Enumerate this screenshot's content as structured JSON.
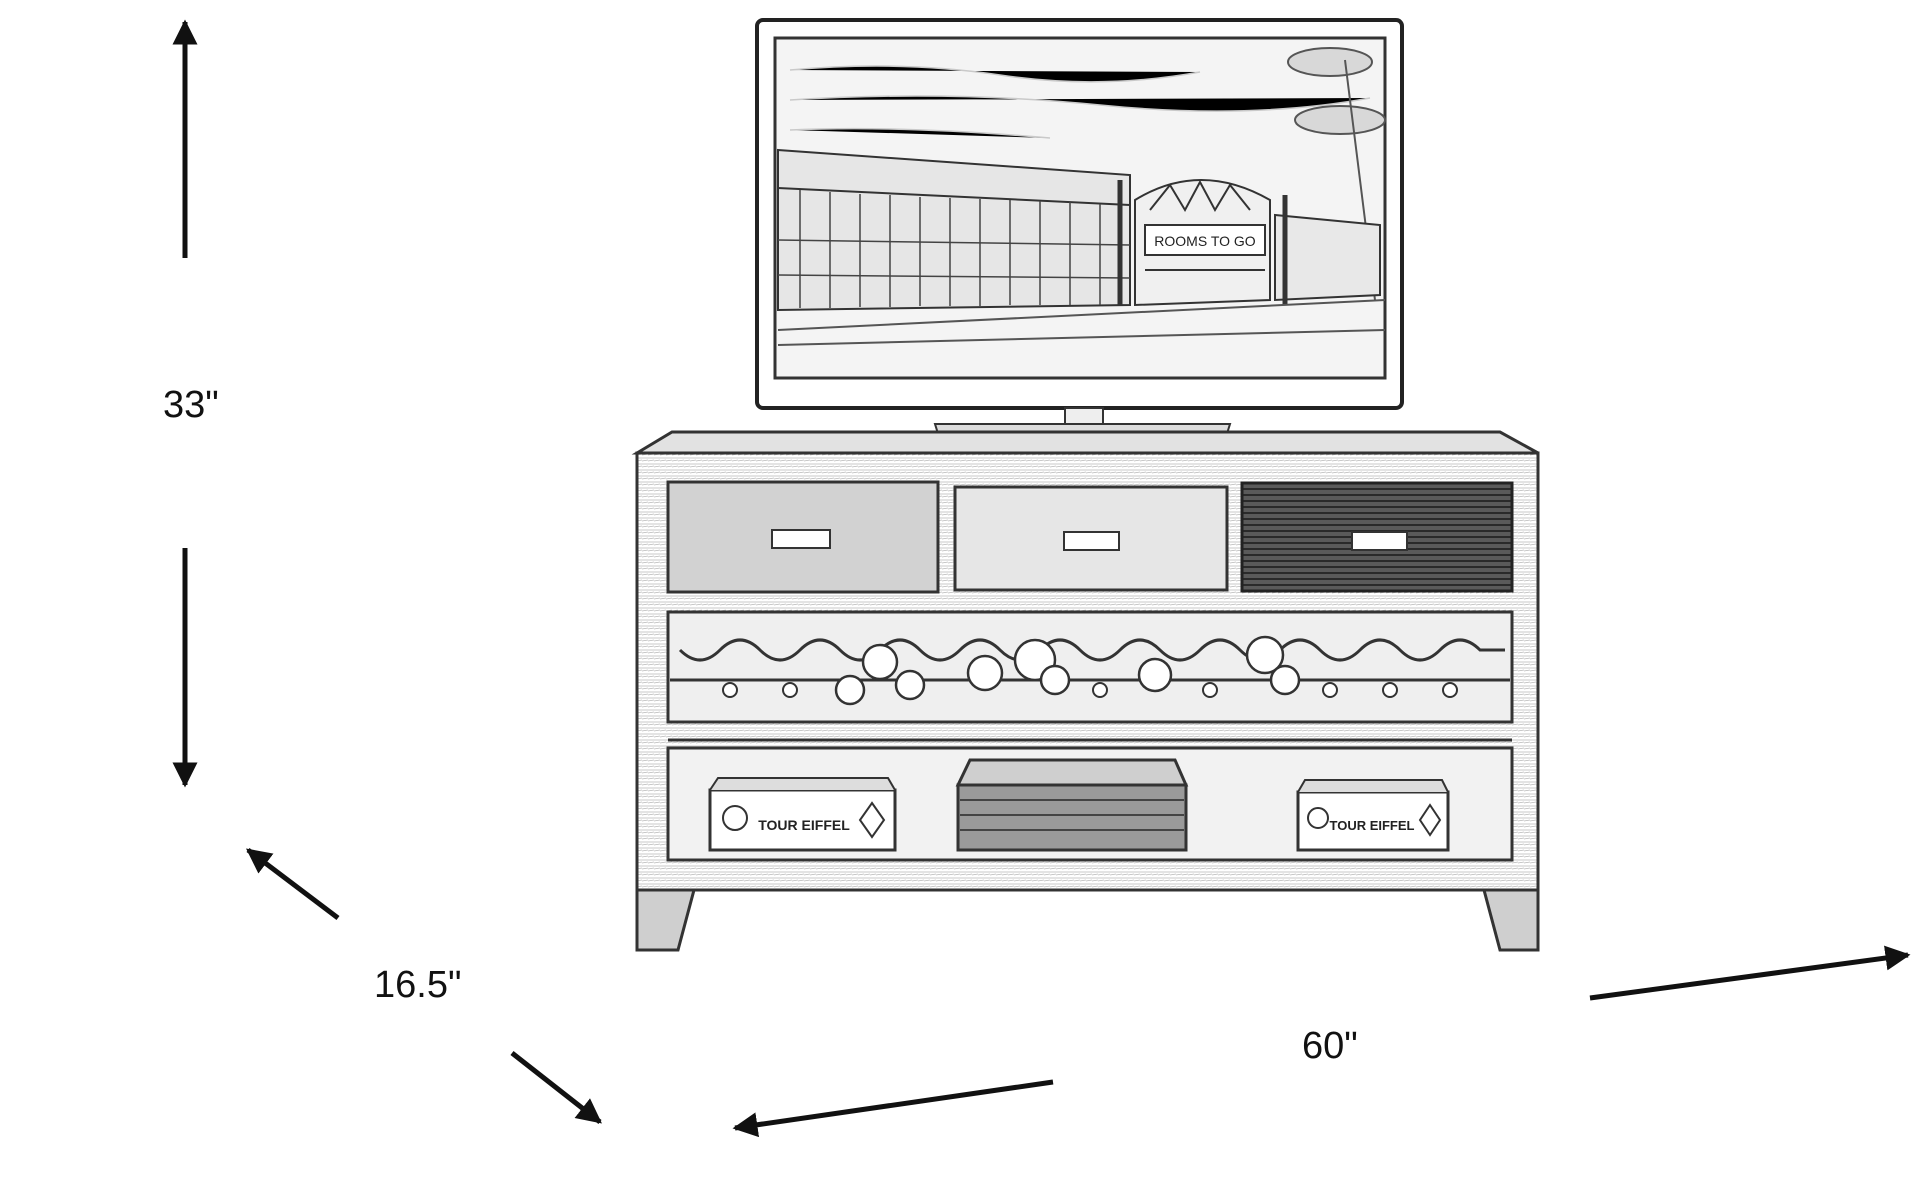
{
  "dimensions": {
    "height": "33\"",
    "depth": "16.5\"",
    "width": "60\""
  },
  "screen_text": {
    "store_sign": "ROOMS TO GO"
  },
  "box_labels": {
    "left": "TOUR EIFFEL",
    "right": "TOUR EIFFEL"
  },
  "colors": {
    "line": "#111111",
    "sketch": "#444444",
    "shade": "#8a8a8a",
    "paper": "#ffffff"
  }
}
